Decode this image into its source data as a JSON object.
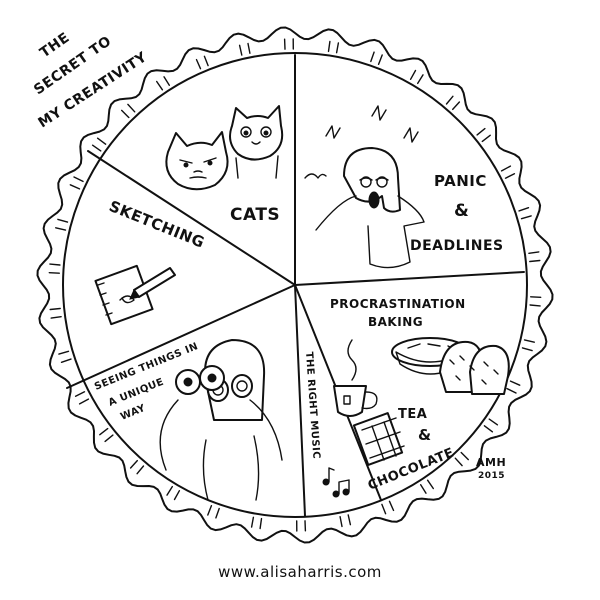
{
  "title_lines": [
    "THE",
    "SECRET TO",
    "MY CREATIVITY"
  ],
  "slices": {
    "cats": "CATS",
    "panic": [
      "PANIC",
      "&",
      "DEADLINES"
    ],
    "procrastination": [
      "PROCRASTINATION",
      "BAKING"
    ],
    "tea": [
      "TEA",
      "&",
      "CHOCOLATE"
    ],
    "music": "THE RIGHT MUSIC",
    "seeing": [
      "SEEING THINGS IN",
      "A UNIQUE",
      "WAY"
    ],
    "sketching": "SKETCHING"
  },
  "signature": [
    "AMH",
    "2015"
  ],
  "website": "www.alisaharris.com"
}
